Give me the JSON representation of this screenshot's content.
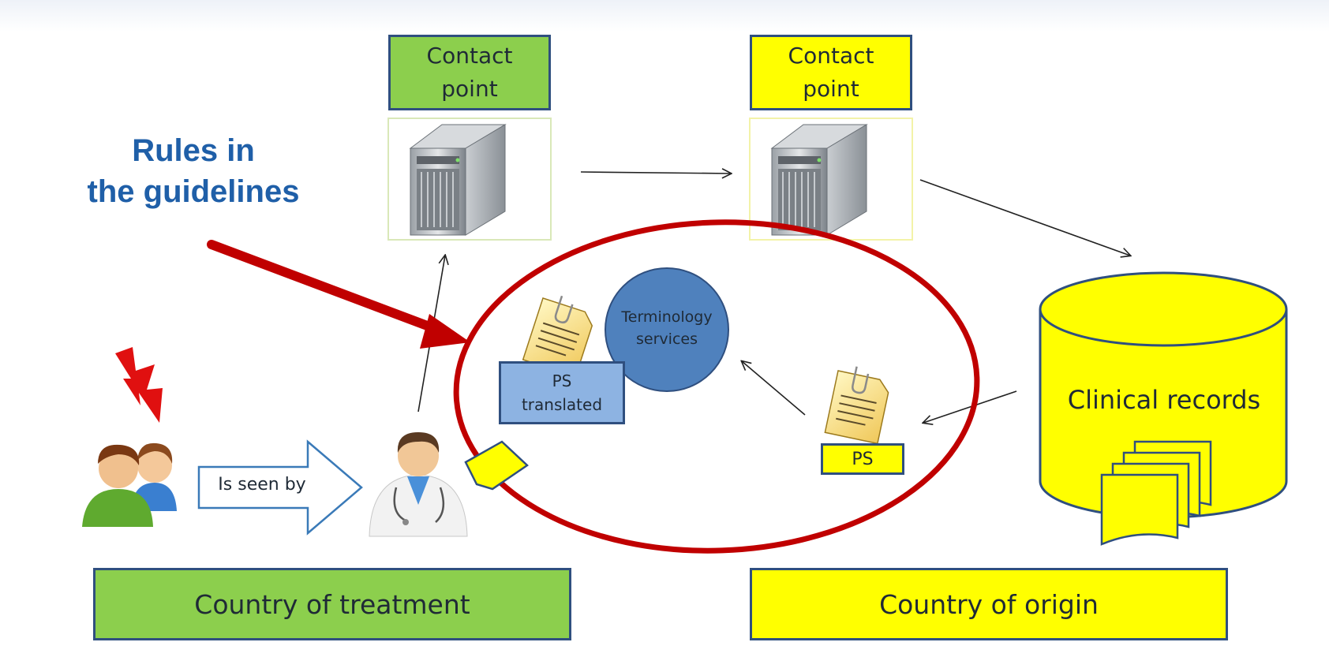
{
  "headline": {
    "line1": "Rules in",
    "line2": "the guidelines"
  },
  "contact_point_left": {
    "line1": "Contact",
    "line2": "point"
  },
  "contact_point_right": {
    "line1": "Contact",
    "line2": "point"
  },
  "is_seen_by": "Is seen by",
  "terminology": {
    "line1": "Terminology",
    "line2": "services"
  },
  "ps_translated": {
    "line1": "PS",
    "line2": "translated"
  },
  "ps": "PS",
  "clinical_records": "Clinical records",
  "country_treatment": "Country of treatment",
  "country_origin": "Country of origin",
  "colors": {
    "treatment_green": "#8ccf4d",
    "origin_yellow": "#ffff00",
    "headline_blue": "#1f5fa8",
    "highlight_red": "#c00000",
    "terminology_blue": "#4f81bd"
  }
}
